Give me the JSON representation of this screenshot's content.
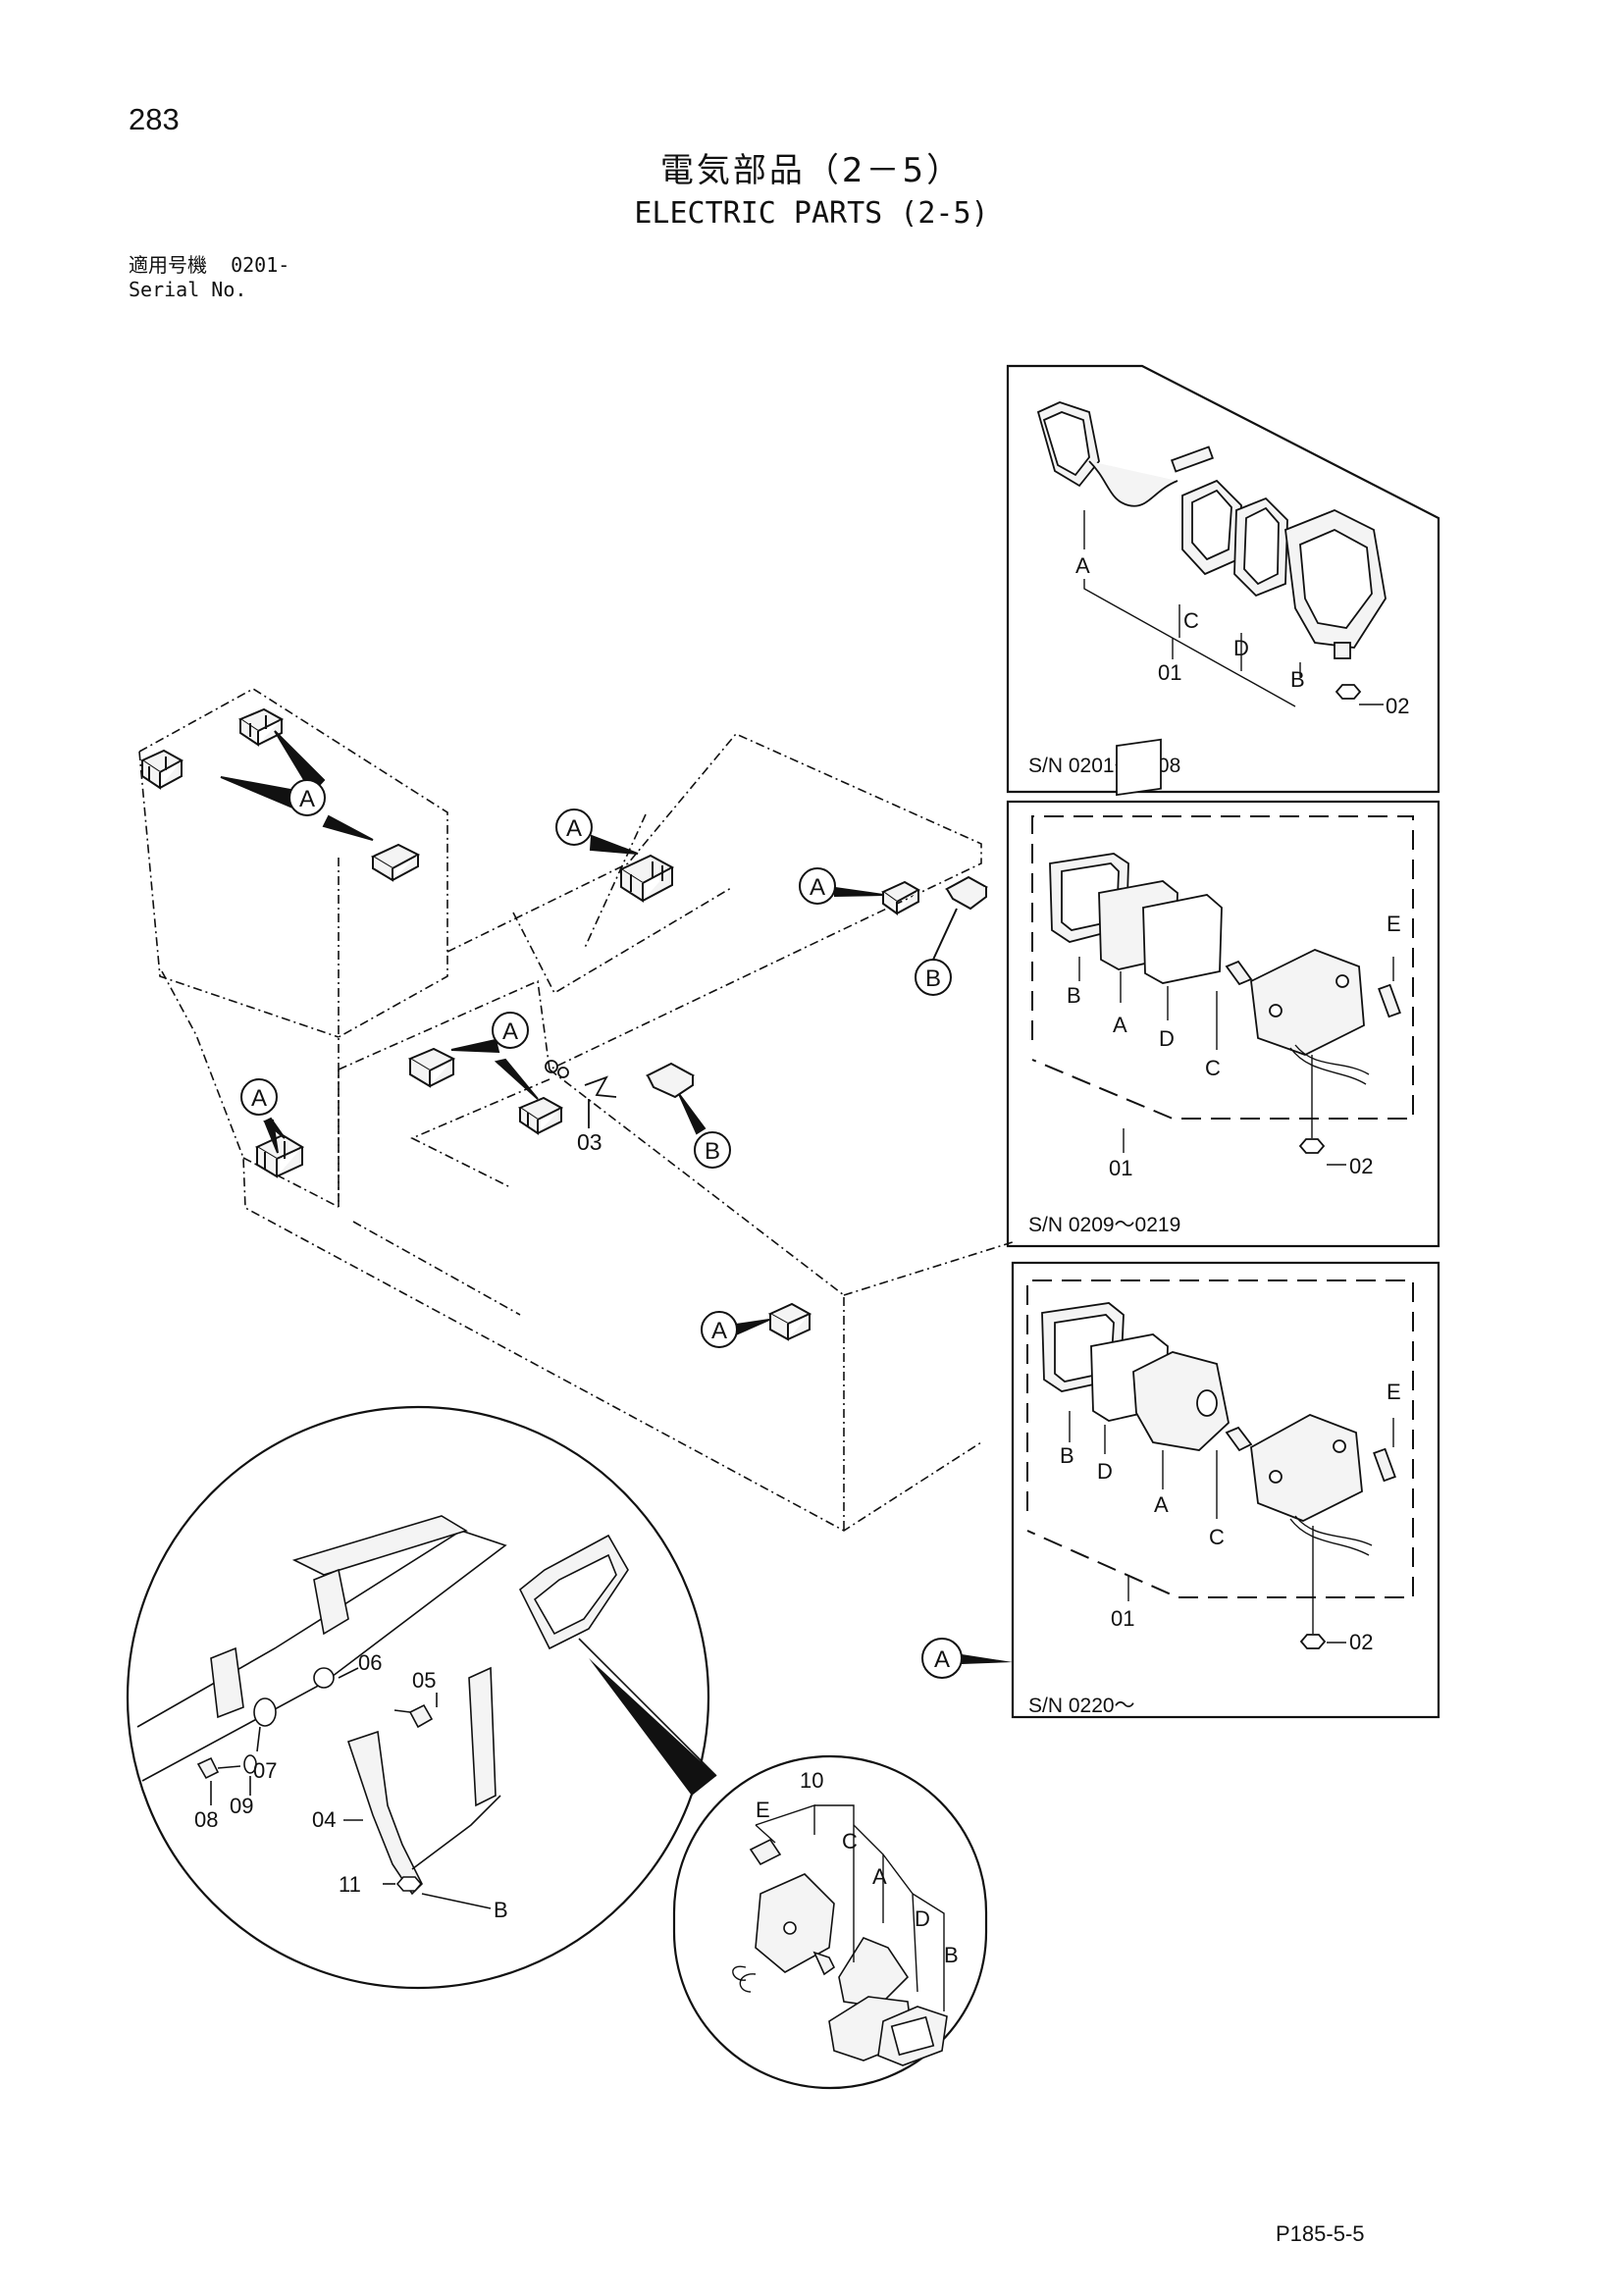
{
  "page": {
    "number": "283",
    "title_ja": "電気部品（2－5）",
    "title_en": "ELECTRIC PARTS (2-5)",
    "serial_label_ja": "適用号機",
    "serial_value": "0201-",
    "serial_label_en": "Serial No.",
    "footer_code": "P185-5-5"
  },
  "colors": {
    "ink": "#111111",
    "paper": "#ffffff",
    "lamp_fill": "#f4f4f4"
  },
  "main_view": {
    "callouts": [
      {
        "id": "a1",
        "letter": "A"
      },
      {
        "id": "a2",
        "letter": "A"
      },
      {
        "id": "a3",
        "letter": "A"
      },
      {
        "id": "a4",
        "letter": "A"
      },
      {
        "id": "a5",
        "letter": "A"
      },
      {
        "id": "a6",
        "letter": "A"
      },
      {
        "id": "b1",
        "letter": "B"
      },
      {
        "id": "b2",
        "letter": "B"
      }
    ],
    "part_labels": [
      {
        "id": "p03",
        "text": "03"
      }
    ]
  },
  "detail_panels": [
    {
      "id": "panel1",
      "serial_range": "S/N 0201～0208",
      "labels": [
        {
          "id": "a",
          "text": "A"
        },
        {
          "id": "c",
          "text": "C"
        },
        {
          "id": "d",
          "text": "D"
        },
        {
          "id": "b",
          "text": "B"
        },
        {
          "id": "n01",
          "text": "01"
        },
        {
          "id": "n02",
          "text": "02"
        }
      ]
    },
    {
      "id": "panel2",
      "serial_range": "S/N 0209～0219",
      "labels": [
        {
          "id": "b",
          "text": "B"
        },
        {
          "id": "a",
          "text": "A"
        },
        {
          "id": "d",
          "text": "D"
        },
        {
          "id": "c",
          "text": "C"
        },
        {
          "id": "e",
          "text": "E"
        },
        {
          "id": "n01",
          "text": "01"
        },
        {
          "id": "n02",
          "text": "02"
        }
      ]
    },
    {
      "id": "panel3",
      "serial_range": "S/N 0220～",
      "labels": [
        {
          "id": "b",
          "text": "B"
        },
        {
          "id": "d",
          "text": "D"
        },
        {
          "id": "a",
          "text": "A"
        },
        {
          "id": "c",
          "text": "C"
        },
        {
          "id": "e",
          "text": "E"
        },
        {
          "id": "n01",
          "text": "01"
        },
        {
          "id": "n02",
          "text": "02"
        }
      ],
      "ref_callout": "A"
    }
  ],
  "mount_detail": {
    "labels": [
      {
        "id": "n06",
        "text": "06"
      },
      {
        "id": "n05",
        "text": "05"
      },
      {
        "id": "n07",
        "text": "07"
      },
      {
        "id": "n09",
        "text": "09"
      },
      {
        "id": "n08",
        "text": "08"
      },
      {
        "id": "n04",
        "text": "04"
      },
      {
        "id": "n11",
        "text": "11"
      },
      {
        "id": "b",
        "text": "B"
      }
    ]
  },
  "lamp_detail": {
    "labels": [
      {
        "id": "n10",
        "text": "10"
      },
      {
        "id": "e",
        "text": "E"
      },
      {
        "id": "c",
        "text": "C"
      },
      {
        "id": "a",
        "text": "A"
      },
      {
        "id": "d",
        "text": "D"
      },
      {
        "id": "b",
        "text": "B"
      }
    ]
  }
}
